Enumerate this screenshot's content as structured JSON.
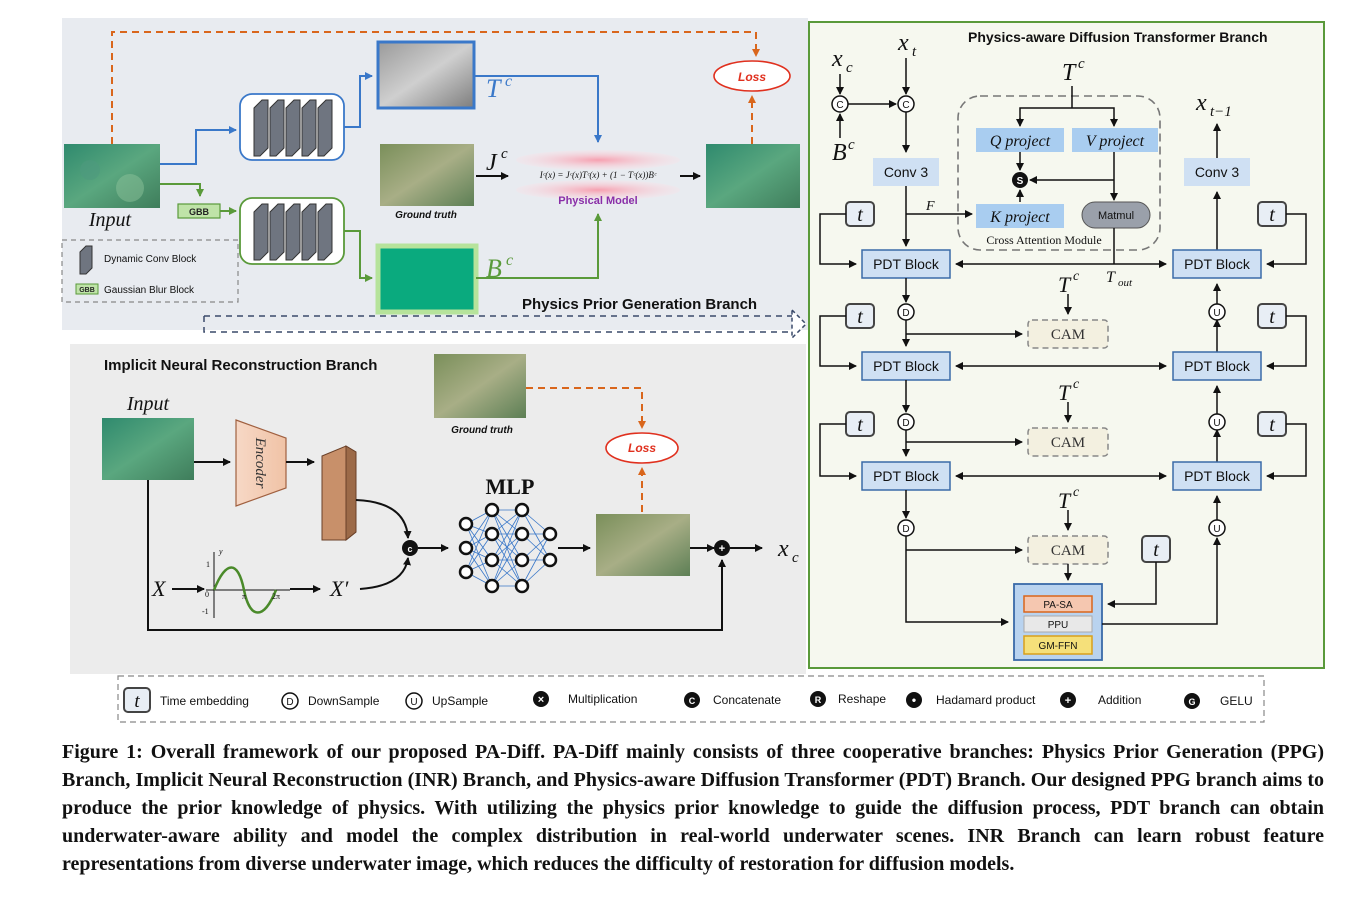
{
  "colors": {
    "blue": "#3a78c9",
    "green": "#5a9a3a",
    "orange": "#d9661c",
    "red": "#e0301e",
    "pdt_fill": "#cfe0f3",
    "pdt_border": "#3a6aa8",
    "right_panel_border": "#5a9a3a",
    "right_panel_bg": "#f6f8ef",
    "left_panel_bg": "#e8ebf0"
  },
  "ppg": {
    "input_label": "Input",
    "gbb_label": "GBB",
    "ground_truth_label": "Ground truth",
    "t_c": "T",
    "j_c": "J",
    "b_c": "B",
    "sup_c": "c",
    "formula": "Iᶜ(x) = Jᶜ(x)Tᶜ(x) + (1 − Tᶜ(x))Bᶜ",
    "physical_model": "Physical Model",
    "loss": "Loss",
    "branch_title": "Physics Prior Generation Branch",
    "legend_dcb": "Dynamic Conv Block",
    "legend_gbb_tag": "GBB",
    "legend_gbb": "Gaussian Blur Block"
  },
  "inr": {
    "title": "Implicit Neural Reconstruction Branch",
    "input_label": "Input",
    "ground_truth_label": "Ground truth",
    "encoder": "Encoder",
    "mlp": "MLP",
    "loss": "Loss",
    "x_big": "X",
    "x_prime": "X′",
    "x_out": "x",
    "x_out_sub": "c",
    "concat": "c",
    "add": "+",
    "sine_y": "y",
    "sine_1": "1",
    "sine_0": "0",
    "sine_m1": "-1",
    "sine_pi": "π",
    "sine_2pi": "2π"
  },
  "pdt": {
    "title": "Physics-aware Diffusion Transformer Branch",
    "xc": "x",
    "xc_sub": "c",
    "xt": "x",
    "xt_sub": "t",
    "bc": "B",
    "bc_sup": "c",
    "concat": "C",
    "conv3_left": "Conv 3",
    "conv3_right": "Conv 3",
    "xt1": "x",
    "xt1_sub": "t−1",
    "tc": "T",
    "tc_sup": "c",
    "q_project": "Q project",
    "v_project": "V project",
    "k_project": "K project",
    "s": "S",
    "matmul": "Matmul",
    "cam_title": "Cross Attention Module",
    "f": "F",
    "t_out": "T",
    "t_out_sub": "out",
    "pdt_block": "PDT Block",
    "t": "t",
    "d": "D",
    "u": "U",
    "cam": "CAM",
    "pa_sa": "PA-SA",
    "ppu": "PPU",
    "gm_ffn": "GM-FFN"
  },
  "legend": {
    "t": "t",
    "time_embedding": "Time embedding",
    "d": "D",
    "downsample": "DownSample",
    "u": "U",
    "upsample": "UpSample",
    "x": "×",
    "multiplication": "Multiplication",
    "c": "C",
    "concatenate": "Concatenate",
    "r": "R",
    "reshape": "Reshape",
    "dot": "•",
    "hadamard": "Hadamard product",
    "plus": "+",
    "addition": "Addition",
    "g": "G",
    "gelu": "GELU"
  },
  "caption": "Figure 1: Overall framework of our proposed PA-Diff. PA-Diff mainly consists of three cooperative branches: Physics Prior Generation (PPG) Branch, Implicit Neural Reconstruction (INR) Branch, and Physics-aware Diffusion Transformer (PDT) Branch. Our designed PPG branch aims to produce the prior knowledge of physics. With utilizing the physics prior knowledge to guide the diffusion process, PDT branch can obtain underwater-aware ability and model the complex distribution in real-world underwater scenes. INR Branch can learn robust feature representations from diverse underwater image, which reduces the difficulty of restoration for diffusion models."
}
